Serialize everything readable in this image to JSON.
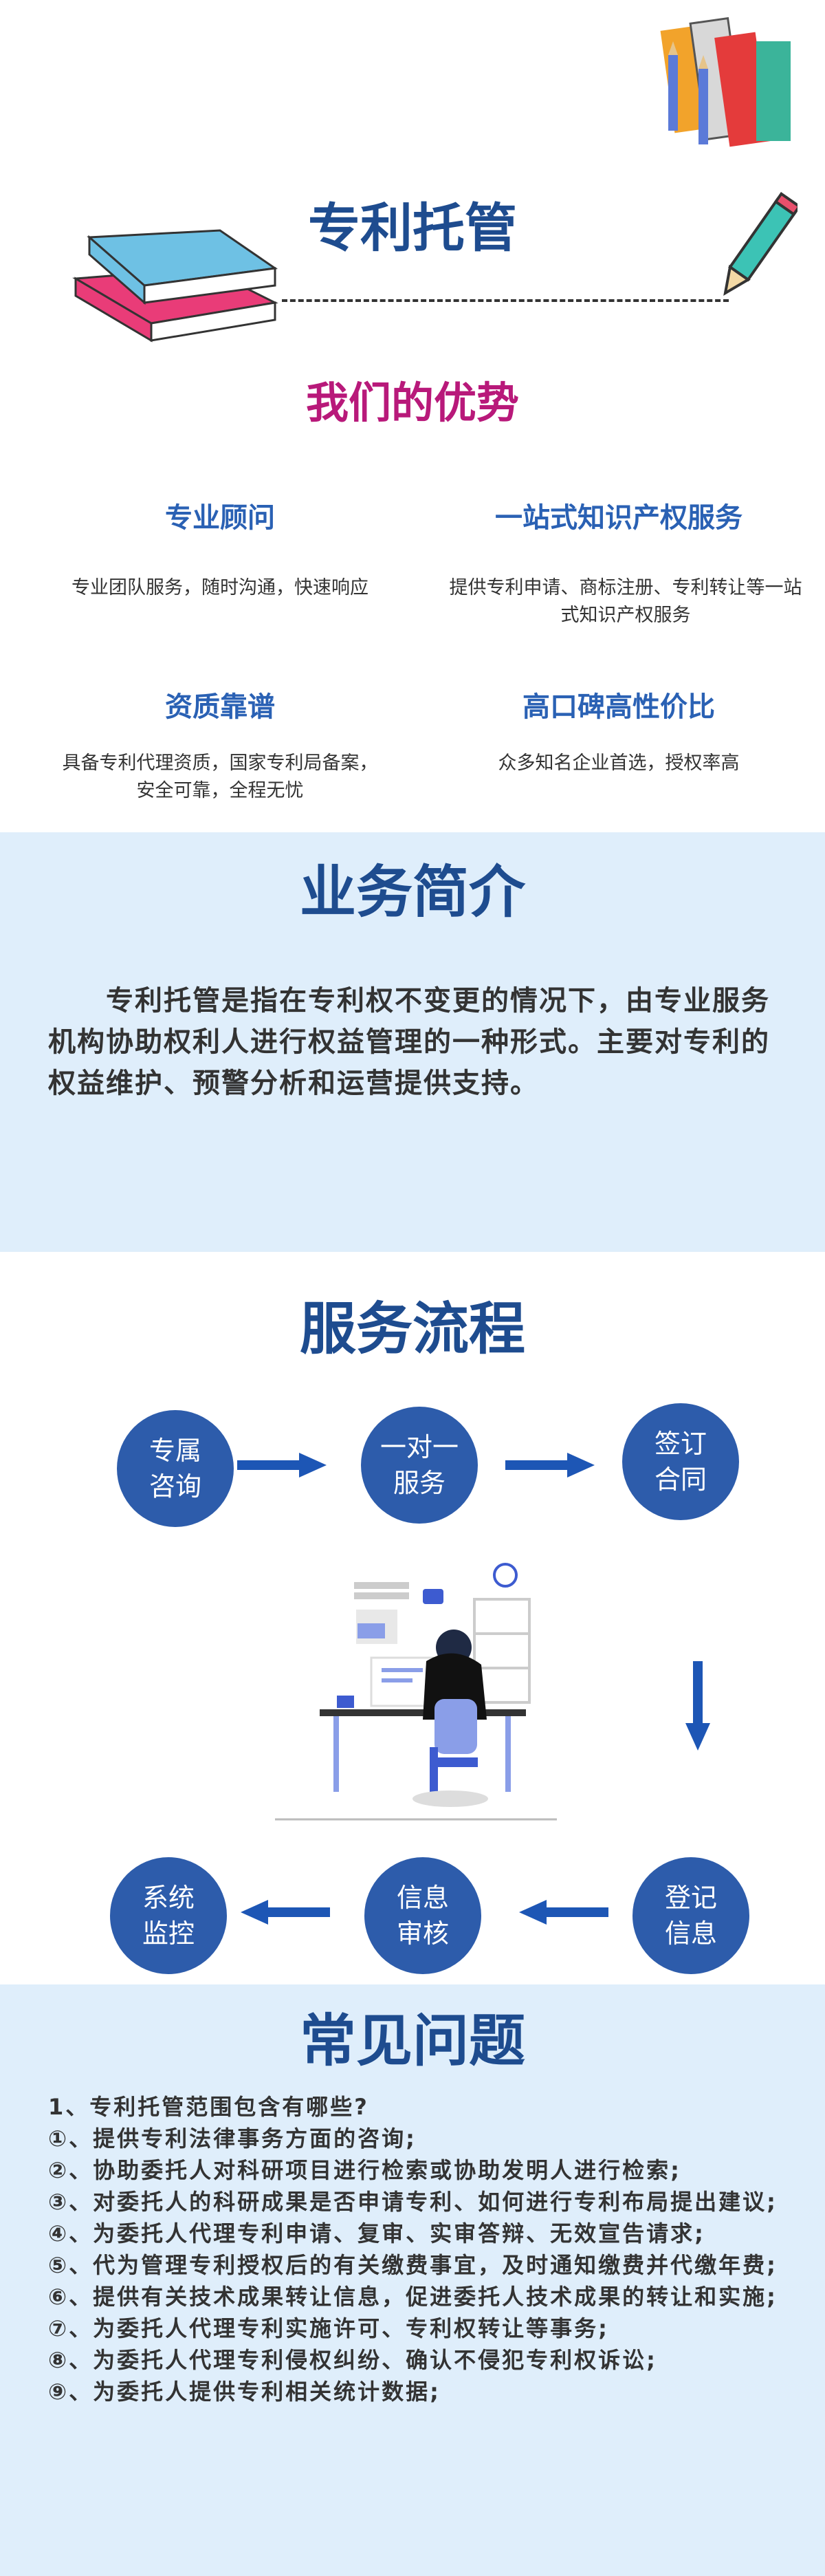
{
  "header": {
    "title": "专利托管"
  },
  "advantages": {
    "heading": "我们的优势",
    "items": [
      {
        "title": "专业顾问",
        "desc": "专业团队服务，随时沟通，快速响应"
      },
      {
        "title": "一站式知识产权服务",
        "desc": "提供专利申请、商标注册、专利转让等一站式知识产权服务"
      },
      {
        "title": "资质靠谱",
        "desc": "具备专利代理资质，国家专利局备案，安全可靠，全程无忧"
      },
      {
        "title": "高口碑高性价比",
        "desc": "众多知名企业首选，授权率高"
      }
    ]
  },
  "intro": {
    "heading": "业务简介",
    "text": "专利托管是指在专利权不变更的情况下，由专业服务机构协助权利人进行权益管理的一种形式。主要对专利的权益维护、预警分析和运营提供支持。"
  },
  "process": {
    "heading": "服务流程",
    "steps": [
      {
        "line1": "专属",
        "line2": "咨询"
      },
      {
        "line1": "一对一",
        "line2": "服务"
      },
      {
        "line1": "签订",
        "line2": "合同"
      },
      {
        "line1": "登记",
        "line2": "信息"
      },
      {
        "line1": "信息",
        "line2": "审核"
      },
      {
        "line1": "系统",
        "line2": "监控"
      }
    ]
  },
  "faq": {
    "heading": "常见问题",
    "lines": [
      "1、专利托管范围包含有哪些?",
      "①、提供专利法律事务方面的咨询;",
      "②、协助委托人对科研项目进行检索或协助发明人进行检索;",
      "③、对委托人的科研成果是否申请专利、如何进行专利布局提出建议;",
      "④、为委托人代理专利申请、复审、实审答辩、无效宣告请求;",
      "⑤、代为管理专利授权后的有关缴费事宜，及时通知缴费并代缴年费;",
      "⑥、提供有关技术成果转让信息，促进委托人技术成果的转让和实施;",
      "⑦、为委托人代理专利实施许可、专利权转让等事务;",
      "⑧、为委托人代理专利侵权纠纷、确认不侵犯专利权诉讼;",
      "⑨、为委托人提供专利相关统计数据;"
    ]
  },
  "colors": {
    "brand_blue": "#1e4c8f",
    "circle_blue": "#2d5cab",
    "accent_magenta": "#b8197a",
    "light_bg": "#dfeefb"
  }
}
